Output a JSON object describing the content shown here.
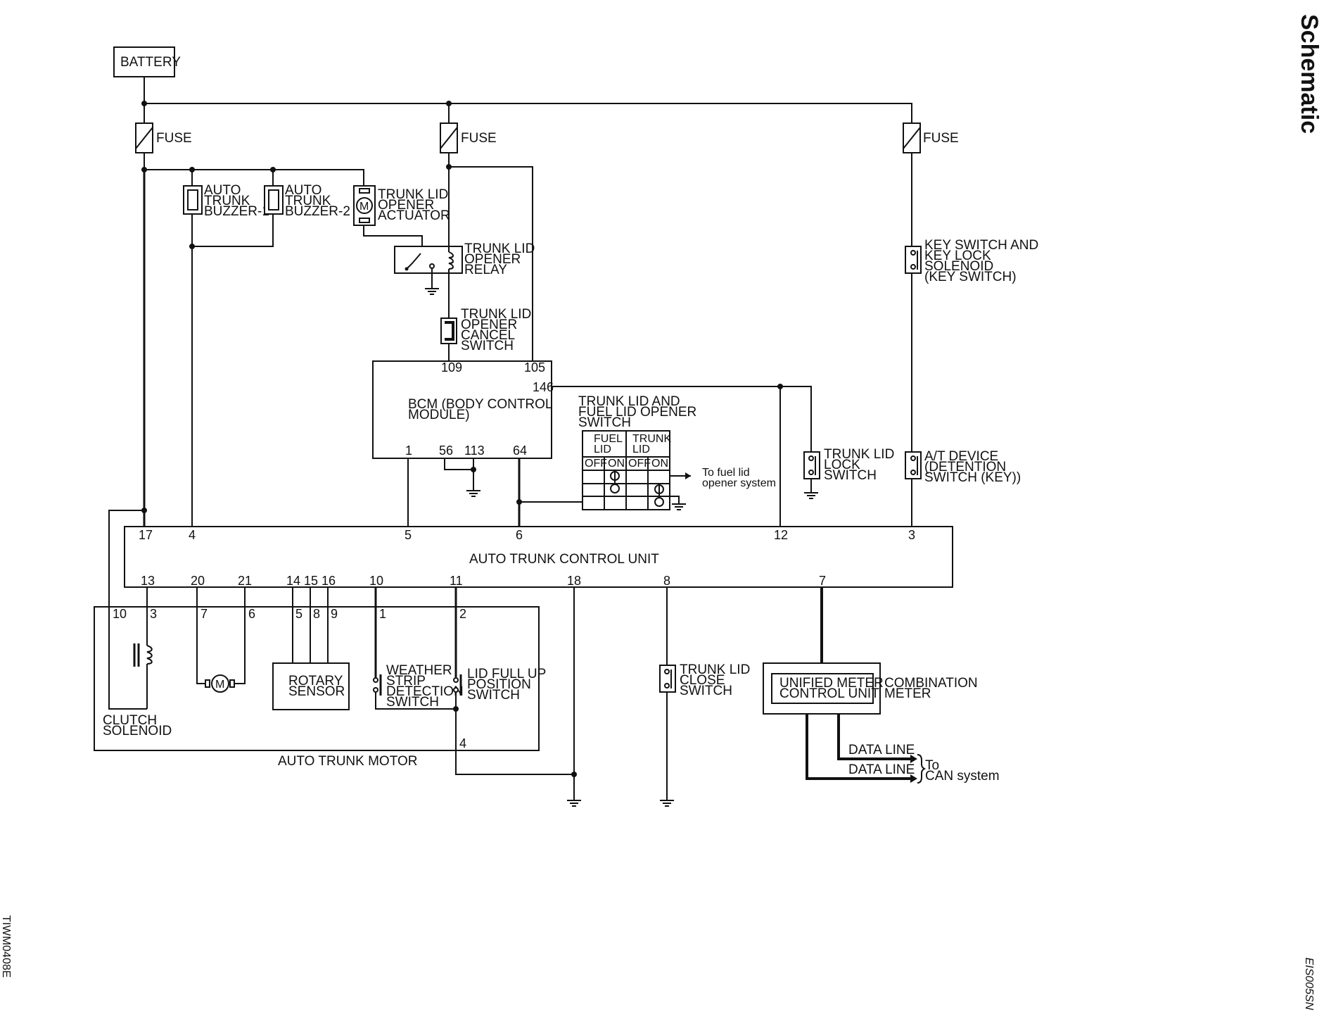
{
  "header": {
    "title": "Schematic"
  },
  "side_code_left": "TIWM0408E",
  "side_code_right": "EIS005SN",
  "battery": "BATTERY",
  "fuses": [
    "FUSE",
    "FUSE",
    "FUSE"
  ],
  "buzzer1": [
    "AUTO",
    "TRUNK",
    "BUZZER-1"
  ],
  "buzzer2": [
    "AUTO",
    "TRUNK",
    "BUZZER-2"
  ],
  "actuator": [
    "TRUNK LID",
    "OPENER",
    "ACTUATOR"
  ],
  "relay": [
    "TRUNK LID",
    "OPENER",
    "RELAY"
  ],
  "cancel_switch": [
    "TRUNK LID",
    "OPENER",
    "CANCEL",
    "SWITCH"
  ],
  "key_switch": [
    "KEY SWITCH AND",
    "KEY LOCK",
    "SOLENOID",
    "(KEY SWITCH)"
  ],
  "bcm": {
    "label": [
      "BCM (BODY CONTROL",
      "MODULE)"
    ],
    "pins": [
      "109",
      "105",
      "146",
      "1",
      "56",
      "113",
      "64"
    ]
  },
  "opener_switch": {
    "title": [
      "TRUNK LID AND",
      "FUEL LID OPENER",
      "SWITCH"
    ],
    "col_fuel": [
      "FUEL",
      "LID"
    ],
    "col_trunk": [
      "TRUNK",
      "LID"
    ],
    "states": [
      "OFF",
      "ON",
      "OFF",
      "ON"
    ],
    "note": [
      "To fuel lid",
      "opener system"
    ]
  },
  "lock_switch": [
    "TRUNK LID",
    "LOCK",
    "SWITCH"
  ],
  "at_device": [
    "A/T DEVICE",
    "(DETENTION",
    "SWITCH (KEY))"
  ],
  "control_unit": {
    "label": "AUTO TRUNK CONTROL UNIT",
    "top_pins": [
      "17",
      "4",
      "5",
      "6",
      "12",
      "3"
    ],
    "bottom_pins": [
      "13",
      "20",
      "21",
      "14",
      "15",
      "16",
      "10",
      "11",
      "18",
      "8",
      "7"
    ]
  },
  "motor": {
    "label": "AUTO TRUNK MOTOR",
    "pins": [
      "10",
      "3",
      "7",
      "6",
      "5",
      "8",
      "9",
      "1",
      "2",
      "4"
    ]
  },
  "clutch": [
    "CLUTCH",
    "SOLENOID"
  ],
  "rotary": [
    "ROTARY",
    "SENSOR"
  ],
  "weather_switch": [
    "WEATHER",
    "STRIP",
    "DETECTION",
    "SWITCH"
  ],
  "lid_full_up": [
    "LID FULL UP",
    "POSITION",
    "SWITCH"
  ],
  "close_switch": [
    "TRUNK LID",
    "CLOSE",
    "SWITCH"
  ],
  "meter": {
    "unit": [
      "UNIFIED METER",
      "CONTROL UNIT"
    ],
    "label": [
      "COMBINATION",
      "METER"
    ],
    "data_lines": [
      "DATA LINE",
      "DATA LINE"
    ],
    "to_can": [
      "To",
      "CAN system"
    ]
  }
}
